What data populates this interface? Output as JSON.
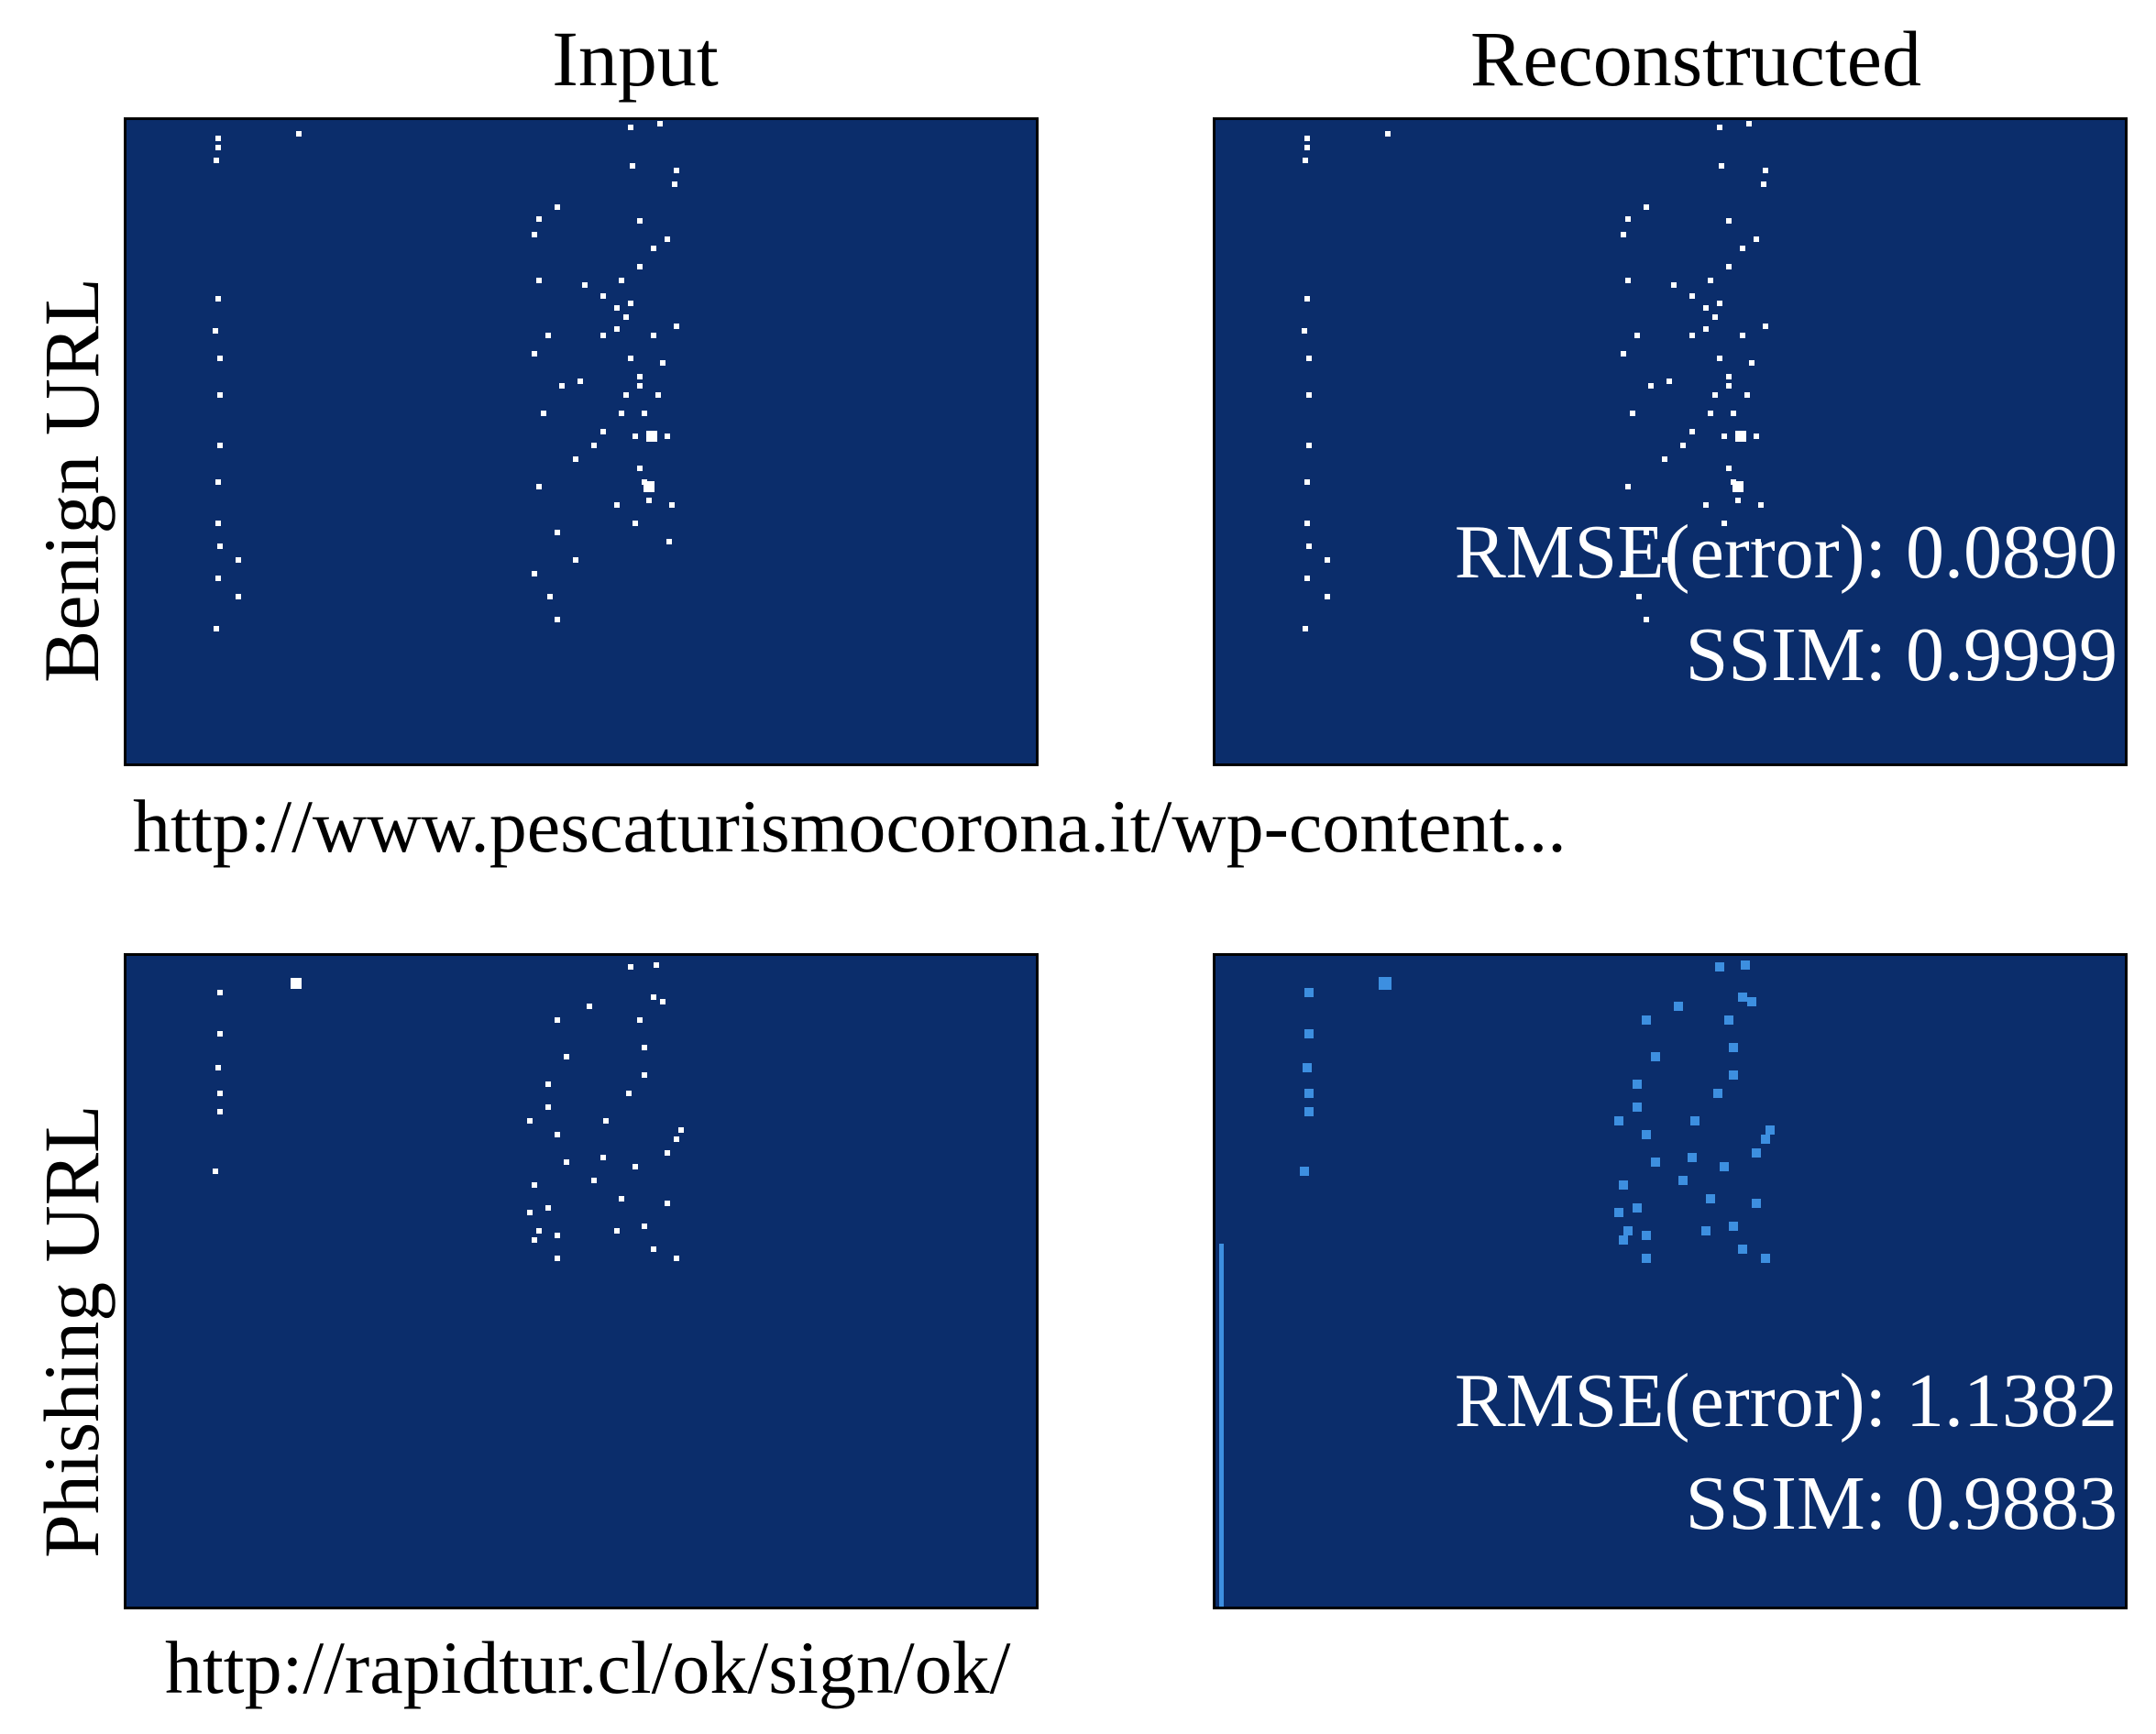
{
  "figure": {
    "columns": [
      "Input",
      "Reconstructed"
    ],
    "colors": {
      "background": "#0b2d6b",
      "dot_input": "#ffffff",
      "dot_benign_reconstructed": "#ffffff",
      "dot_phishing_reconstructed": "#3d8fe0",
      "text": "#000000",
      "metric_text": "#ffffff"
    },
    "rows": [
      {
        "label": "Benign URL",
        "url": "http://www.pescaturismocorona.it/wp-content...",
        "rmse_text": "RMSE(error): 0.0890",
        "ssim_text": "SSIM: 0.9999"
      },
      {
        "label": "Phishing URL",
        "url": "http://rapidtur.cl/ok/sign/ok/",
        "rmse_text": "RMSE(error): 1.1382",
        "ssim_text": "SSIM: 0.9883"
      }
    ]
  }
}
